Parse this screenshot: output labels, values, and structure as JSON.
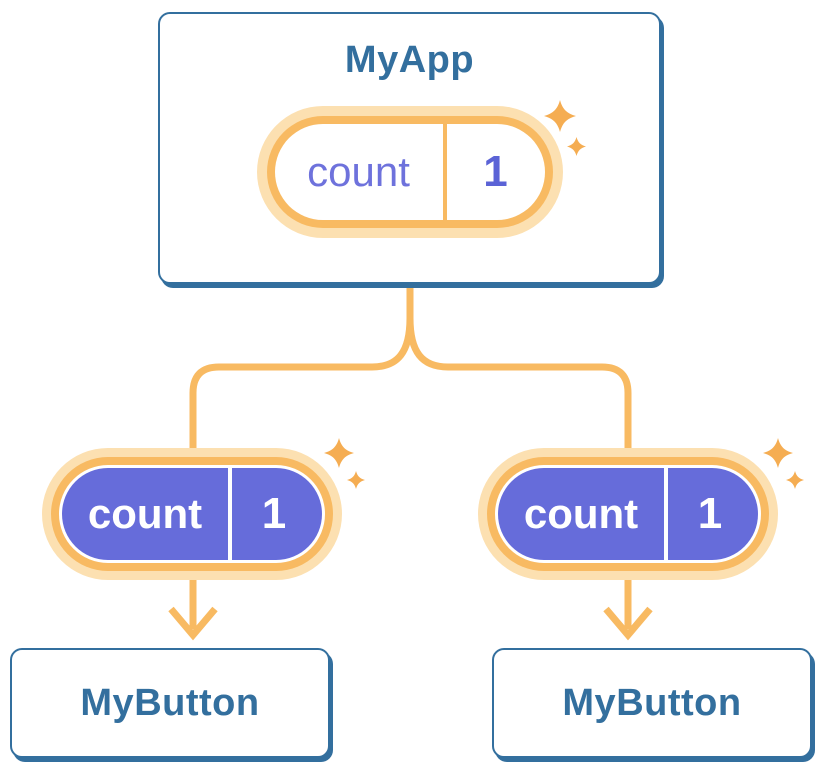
{
  "colors": {
    "blue": "#336F9E",
    "line": "#F8BA62",
    "halo": "#FCE0B1",
    "purple": "#666CDA",
    "purpleText": "#6E72DC",
    "purpleValue": "#5B63D6",
    "sparkle": "#F5AD52",
    "bg": "#FFFFFF"
  },
  "tree": {
    "root": {
      "title": "MyApp",
      "state": {
        "name": "count",
        "value": "1"
      }
    },
    "children": [
      {
        "title": "MyButton",
        "state": {
          "name": "count",
          "value": "1"
        }
      },
      {
        "title": "MyButton",
        "state": {
          "name": "count",
          "value": "1"
        }
      }
    ]
  }
}
